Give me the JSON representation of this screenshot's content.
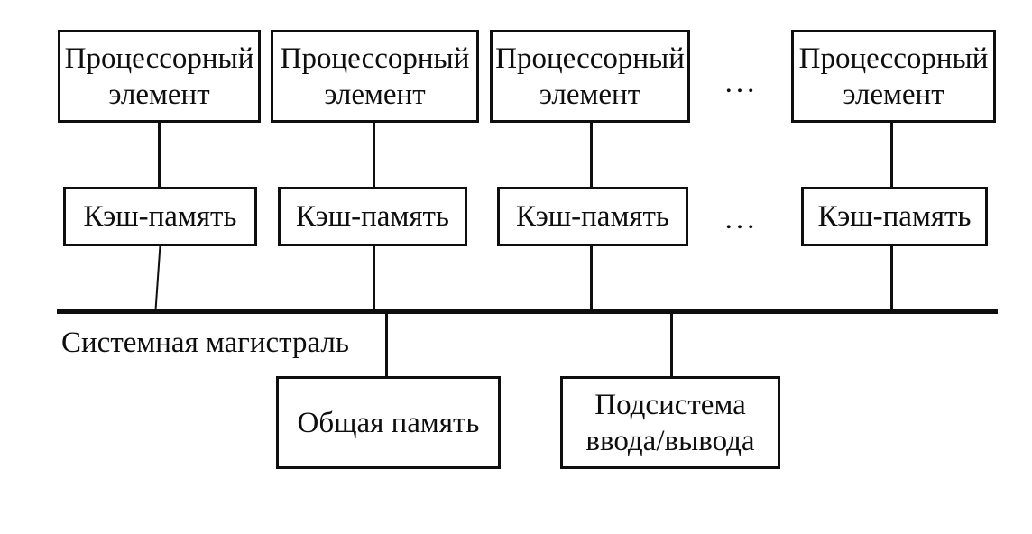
{
  "columns": [
    {
      "processor_label": "Процессорный элемент",
      "cache_label": "Кэш-память"
    },
    {
      "processor_label": "Процессорный элемент",
      "cache_label": "Кэш-память"
    },
    {
      "processor_label": "Процессорный элемент",
      "cache_label": "Кэш-память"
    },
    {
      "processor_label": "Процессорный элемент",
      "cache_label": "Кэш-память"
    }
  ],
  "ellipsis": {
    "processor_row": "...",
    "cache_row": "..."
  },
  "bus": {
    "label": "Системная магистраль"
  },
  "bottom": {
    "shared_memory_label": "Общая память",
    "io_subsystem_label": "Подсистема ввода/вывода"
  },
  "colors": {
    "ink": "#0e0e0e",
    "background": "#ffffff"
  }
}
